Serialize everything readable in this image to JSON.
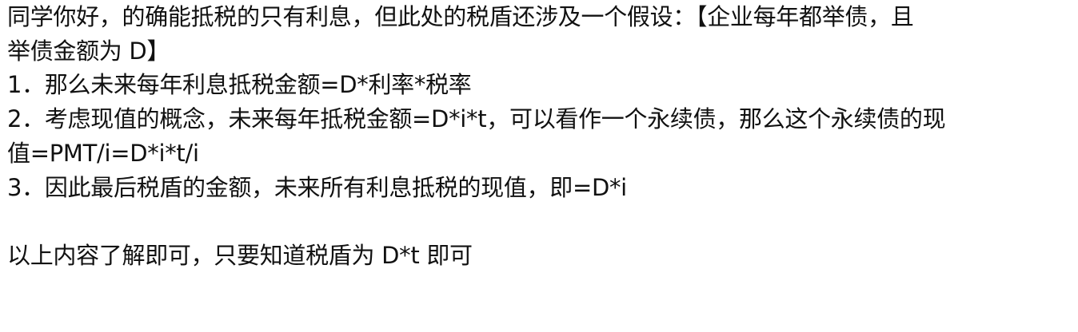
{
  "message": {
    "para1_line1": "同学你好，的确能抵税的只有利息，但此处的税盾还涉及一个假设：【企业每年都举债，且",
    "para1_line2": "举债金额为 D】",
    "item1": "1．那么未来每年利息抵税金额=D*利率*税率",
    "item2_line1": "2．考虑现值的概念，未来每年抵税金额=D*i*t，可以看作一个永续债，那么这个永续债的现",
    "item2_line2": "值=PMT/i=D*i*t/i",
    "item3": "3．因此最后税盾的金额，未来所有利息抵税的现值，即=D*i",
    "closing": "以上内容了解即可，只要知道税盾为 D*t 即可"
  }
}
